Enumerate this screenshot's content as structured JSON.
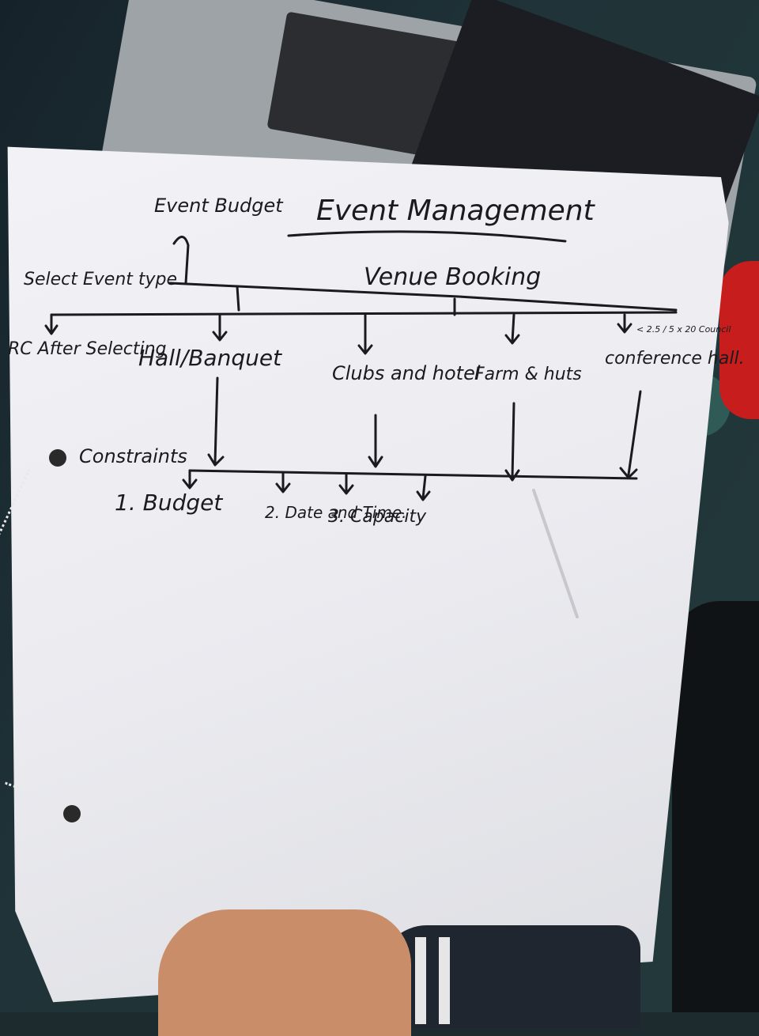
{
  "title": "Event Management",
  "root": {
    "select_event_type": "Select Event type",
    "event_budget": "Event Budget",
    "venue_booking": "Venue Booking"
  },
  "venues": {
    "rc_after_selecting": "RC After Selecting",
    "hall_banquet": "Hall/Banquet",
    "clubs_and_hotel": "Clubs and hotel",
    "farm_huts": "Farm & huts",
    "conference_hall": "conference hall.",
    "conference_note": "< 2.5 / 5 x 20 Council"
  },
  "constraints": {
    "label": "Constraints",
    "items": [
      "1. Budget",
      "2. Date and Time.",
      "3. Capacity"
    ]
  }
}
